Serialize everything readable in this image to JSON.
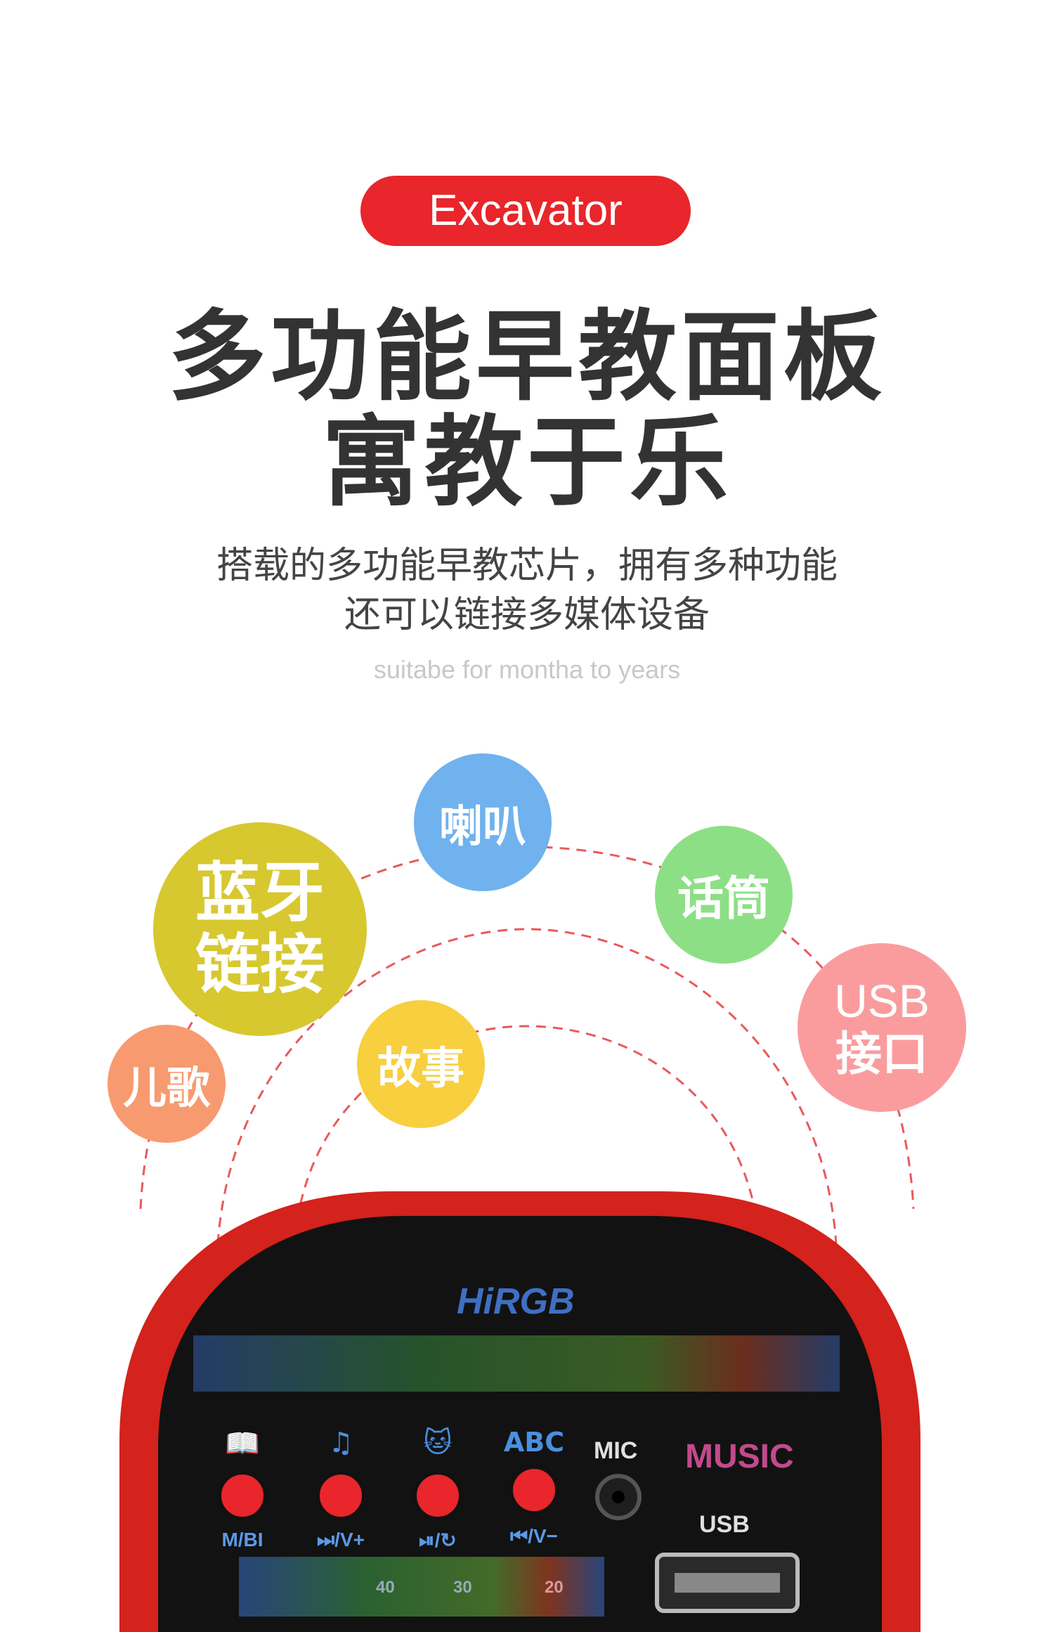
{
  "badge": {
    "label": "Excavator"
  },
  "headline": {
    "line1": "多功能早教面板",
    "line2": "寓教于乐"
  },
  "description": {
    "line1": "搭载的多功能早教芯片，拥有多种功能",
    "line2": "还可以链接多媒体设备"
  },
  "tagline": "suitabe for montha to years",
  "features": {
    "speaker": "喇叭",
    "bluetooth_line1": "蓝牙",
    "bluetooth_line2": "链接",
    "microphone": "话筒",
    "usb_line1": "USB",
    "usb_line2": "接口",
    "songs": "儿歌",
    "stories": "故事"
  },
  "device": {
    "brand": "HiRGB",
    "music_logo": "MUSIC",
    "mic_label": "MIC",
    "usb_label": "USB",
    "buttons": [
      {
        "icon": "book-icon",
        "label": "M/BI"
      },
      {
        "icon": "music-note-icon",
        "label": "⏭/V+"
      },
      {
        "icon": "cat-icon",
        "label": "⏯/↻"
      },
      {
        "icon": "abc-icon",
        "icon_text": "ABC",
        "label": "⏮/V−"
      }
    ],
    "eq_numbers": [
      "40",
      "30",
      "20"
    ]
  },
  "colors": {
    "accent": "#e8262b",
    "speaker": "#6fb2ee",
    "bluetooth": "#d7c830",
    "microphone": "#8ddf86",
    "usb": "#fa9c9e",
    "songs": "#f89a6f",
    "stories": "#f7cf3f"
  }
}
